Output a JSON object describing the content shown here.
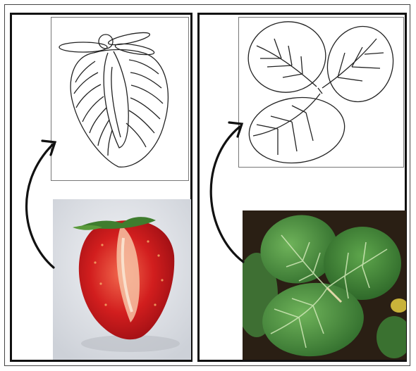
{
  "figure": {
    "panels": [
      {
        "subject": "strawberry-fruit",
        "sketch_icon": "strawberry-cross-section-drawing-icon",
        "photo_icon": "halved-strawberry-photo",
        "arrow_icon": "curved-arrow-icon"
      },
      {
        "subject": "strawberry-leaf",
        "sketch_icon": "trifoliate-leaf-drawing-icon",
        "photo_icon": "strawberry-leaves-photo",
        "arrow_icon": "curved-arrow-icon"
      }
    ]
  },
  "colors": {
    "panel_border": "#111111",
    "sketch_border": "#777777",
    "arrow": "#111111",
    "strawberry_red": "#d21e1e",
    "leaf_green": "#3f8a3a",
    "soil_dark": "#2a1f14"
  }
}
